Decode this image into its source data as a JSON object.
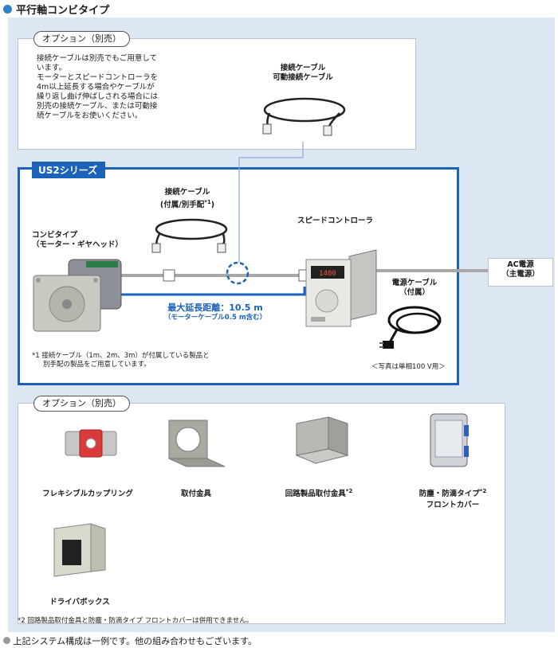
{
  "header": {
    "title": "平行軸コンビタイプ"
  },
  "option_top": {
    "pill": "オプション（別売）",
    "description": [
      "接続ケーブルは別売でもご用意して",
      "います。",
      "モーターとスピードコントローラを",
      "4m以上延長する場合やケーブルが",
      "繰り返し曲げ伸ばしされる場合には",
      "別売の接続ケーブル、または可動接",
      "続ケーブルをお使いください。"
    ],
    "cable_label_1": "接続ケーブル",
    "cable_label_2": "可動接続ケーブル"
  },
  "system": {
    "tab": "US2シリーズ",
    "included_cable_1": "接続ケーブル",
    "included_cable_2": "(付属/別手配",
    "included_cable_note": "*1",
    "included_cable_close": ")",
    "motor_1": "コンビタイプ",
    "motor_2": "（モーター・ギヤヘッド）",
    "controller": "スピードコントローラ",
    "controller_display": "1400",
    "distance_main": "最大延長距離：10.5 m",
    "distance_sub": "（モーターケーブル0.5 m含む）",
    "power_cable_1": "電源ケーブル",
    "power_cable_2": "（付属）",
    "ac_1": "AC電源",
    "ac_2": "（主電源）",
    "footnote_1": "*1  接続ケーブル（1m、2m、3m）が付属している製品と",
    "footnote_2": "別手配の製品をご用意しています。",
    "photo_note": "＜写真は単相100 V用＞"
  },
  "option_bottom": {
    "pill": "オプション（別売）",
    "items": [
      {
        "label": "フレキシブルカップリング",
        "note": ""
      },
      {
        "label": "取付金具",
        "note": ""
      },
      {
        "label": "回路製品取付金具",
        "note": "*2"
      },
      {
        "label": "防塵・防滴タイプ",
        "note": "*2",
        "label2": "フロントカバー"
      },
      {
        "label": "ドライバボックス",
        "note": ""
      }
    ],
    "footnote": "*2  回路製品取付金具と防塵・防滴タイプ フロントカバーは併用できません。"
  },
  "footer": {
    "text": "上記システム構成は一例です。他の組み合わせもございます。"
  },
  "colors": {
    "accent": "#1a63b8",
    "panel": "#dde6f3",
    "cable_line": "#a8a8a8"
  }
}
